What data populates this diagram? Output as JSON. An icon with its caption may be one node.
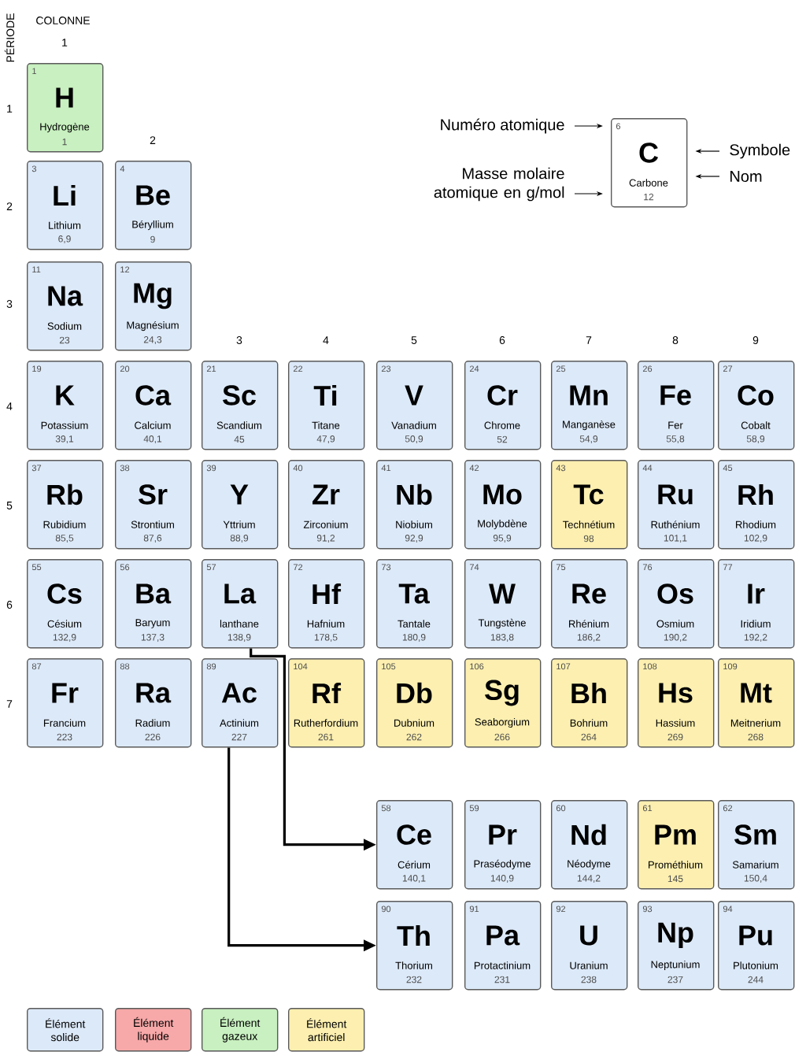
{
  "diagram": {
    "nodes": [
      {
        "text": [
          "1",
          "H",
          "Hydrogène",
          "1"
        ]
      },
      {
        "text": [
          "Numéro atomique"
        ]
      },
      {
        "text": [
          "6",
          "C",
          "Carbone",
          "12"
        ]
      },
      {
        "text": [
          "Symbole"
        ]
      },
      {
        "text": [
          "Masse molaire atomique en g/mol"
        ]
      },
      {
        "text": [
          "Nom"
        ]
      },
      {
        "text": [
          "3",
          "Li",
          "Lithium",
          "6,9"
        ]
      },
      {
        "text": [
          "4",
          "Be",
          "Béryllium",
          "9"
        ]
      },
      {
        "text": [
          "11",
          "Na",
          "Sodium",
          "23"
        ]
      },
      {
        "text": [
          "12",
          "Mg",
          "Magnésium",
          "24,3"
        ]
      },
      {
        "text": [
          "19",
          "K",
          "Potassium",
          "39,1"
        ]
      },
      {
        "text": [
          "20",
          "Ca",
          "Calcium",
          "40,1"
        ]
      },
      {
        "text": [
          "21",
          "Sc",
          "Scandium",
          "45"
        ]
      },
      {
        "text": [
          "22",
          "Ti",
          "Titane",
          "47,9"
        ]
      },
      {
        "text": [
          "23",
          "V",
          "Vanadium",
          "50,9"
        ]
      },
      {
        "text": [
          "24",
          "Cr",
          "Chrome",
          "52"
        ]
      },
      {
        "text": [
          "25",
          "Mn",
          "Manganèse",
          "54,9"
        ]
      },
      {
        "text": [
          "26",
          "Fe",
          "Fer",
          "55,8"
        ]
      },
      {
        "text": [
          "27",
          "Co",
          "Cobalt",
          "58,9"
        ]
      },
      {
        "text": [
          "37",
          "Rb",
          "Rubidium",
          "85,5"
        ]
      },
      {
        "text": [
          "38",
          "Sr",
          "Strontium",
          "87,6"
        ]
      },
      {
        "text": [
          "39",
          "Y",
          "Yttrium",
          "88,9"
        ]
      },
      {
        "text": [
          "40",
          "Zr",
          "Zirconium",
          "91,2"
        ]
      },
      {
        "text": [
          "41",
          "Nb",
          "Niobium",
          "92,9"
        ]
      },
      {
        "text": [
          "42",
          "Mo",
          "Molybdène",
          "95,9"
        ]
      },
      {
        "text": [
          "43",
          "Tc",
          "Technétium",
          "98"
        ]
      },
      {
        "text": [
          "44",
          "Ru",
          "Ruthénium",
          "101,1"
        ]
      },
      {
        "text": [
          "45",
          "Rh",
          "Rhodium",
          "102,9"
        ]
      },
      {
        "text": [
          "55",
          "Cs",
          "Césium",
          "132,9"
        ]
      },
      {
        "text": [
          "56",
          "Ba",
          "Baryum",
          "137,3"
        ]
      },
      {
        "text": [
          "57",
          "La",
          "lanthane",
          "138,9"
        ]
      },
      {
        "text": [
          "72",
          "Hf",
          "Hafnium",
          "178,5"
        ]
      },
      {
        "text": [
          "73",
          "Ta",
          "Tantale",
          "180,9"
        ]
      },
      {
        "text": [
          "74",
          "W",
          "Tungstène",
          "183,8"
        ]
      },
      {
        "text": [
          "75",
          "Re",
          "Rhénium",
          "186,2"
        ]
      },
      {
        "text": [
          "76",
          "Os",
          "Osmium",
          "190,2"
        ]
      },
      {
        "text": [
          "77",
          "Ir",
          "Iridium",
          "192,2"
        ]
      },
      {
        "text": [
          "87",
          "Fr",
          "Francium",
          "223"
        ]
      },
      {
        "text": [
          "88",
          "Ra",
          "Radium",
          "226"
        ]
      },
      {
        "text": [
          "89",
          "Ac",
          "Actinium",
          "227"
        ]
      },
      {
        "text": [
          "104",
          "Rf",
          "Rutherfordium",
          "261"
        ]
      },
      {
        "text": [
          "105",
          "Db",
          "Dubnium",
          "262"
        ]
      },
      {
        "text": [
          "106",
          "Sg",
          "Seaborgium",
          "266"
        ]
      },
      {
        "text": [
          "107",
          "Bh",
          "Bohrium",
          "264"
        ]
      },
      {
        "text": [
          "108",
          "Hs",
          "Hassium",
          "269"
        ]
      },
      {
        "text": [
          "109",
          "Mt",
          "Meitnerium",
          "268"
        ]
      },
      {
        "text": [
          "58",
          "Ce",
          "Cérium",
          "140,1"
        ]
      },
      {
        "text": [
          "59",
          "Pr",
          "Praséodyme",
          "140,9"
        ]
      },
      {
        "text": [
          "60",
          "Nd",
          "Néodyme",
          "144,2"
        ]
      },
      {
        "text": [
          "61",
          "Pm",
          "Prométhium",
          "145"
        ]
      },
      {
        "text": [
          "62",
          "Sm",
          "Samarium",
          "150,4"
        ]
      },
      {
        "text": [
          "90",
          "Th",
          "Thorium",
          "232"
        ]
      },
      {
        "text": [
          "91",
          "Pa",
          "Protactinium",
          "231"
        ]
      },
      {
        "text": [
          "92",
          "U",
          "Uranium",
          "238"
        ]
      },
      {
        "text": [
          "93",
          "Np",
          "Neptunium",
          "237"
        ]
      },
      {
        "text": [
          "94",
          "Pu",
          "Plutonium",
          "244"
        ]
      }
    ],
    "edges": [
      {
        "from": 1,
        "to": 2,
        "arrow": "to"
      },
      {
        "from": 3,
        "to": 2,
        "arrow": "to"
      },
      {
        "from": 4,
        "to": 2,
        "arrow": "to"
      },
      {
        "from": 5,
        "to": 2,
        "arrow": "to"
      },
      {
        "from": 30,
        "to": 46,
        "arrow": "to"
      },
      {
        "from": 39,
        "to": 51,
        "arrow": "to"
      }
    ],
    "labels": [
      "PÉRIODE",
      "COLONNE",
      "1",
      "1",
      "2",
      "2",
      "3",
      "3",
      "4",
      "5",
      "6",
      "7",
      "8",
      "9",
      "4",
      "5",
      "6",
      "7"
    ],
    "legend": [
      {
        "text": "Élément solide",
        "color": "#dce9f8"
      },
      {
        "text": "Élément liquide",
        "color": "#f7a8a8"
      },
      {
        "text": "Élément gazeux",
        "color": "#c8f0c0"
      },
      {
        "text": "Élément artificiel",
        "color": "#fcefb0"
      }
    ]
  }
}
